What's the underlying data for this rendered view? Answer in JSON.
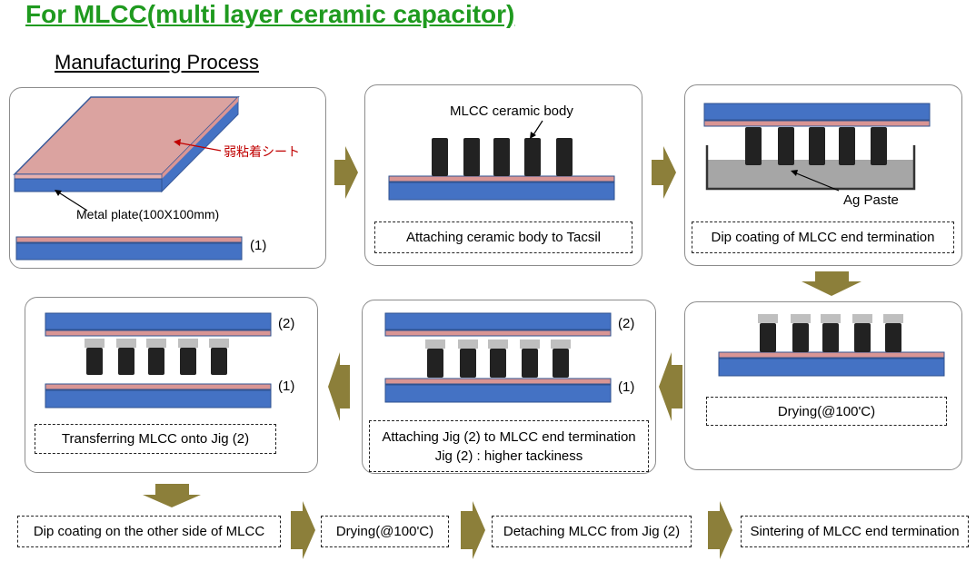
{
  "title": "For MLCC(multi layer ceramic capacitor)",
  "subtitle": "Manufacturing  Process",
  "colors": {
    "title": "#1f9a1f",
    "plate_blue": "#4472c4",
    "sheet_pink": "#d99594",
    "body_black": "#222222",
    "ag_paste": "#a6a6a6",
    "arrow": "#8c7f3a"
  },
  "panel1": {
    "label_sheet": "弱粘着シート",
    "label_plate": "Metal plate(100X100mm)",
    "tag1": "(1)"
  },
  "panel2": {
    "label_body": "MLCC ceramic body",
    "caption": "Attaching ceramic body to Tacsil"
  },
  "panel3": {
    "label_paste": "Ag Paste",
    "caption": "Dip coating  of MLCC end termination"
  },
  "panel4": {
    "caption": "Drying(@100'C)"
  },
  "panel5": {
    "tag2": "(2)",
    "tag1": "(1)",
    "caption_line1": "Attaching Jig (2) to MLCC end termination",
    "caption_line2": "Jig (2) : higher tackiness"
  },
  "panel6": {
    "tag2": "(2)",
    "tag1": "(1)",
    "caption": "Transferring MLCC onto Jig (2)"
  },
  "bottom_steps": [
    "Dip coating  on the other side of MLCC",
    "Drying(@100'C)",
    "Detaching MLCC from Jig (2)",
    "Sintering of MLCC end termination"
  ]
}
